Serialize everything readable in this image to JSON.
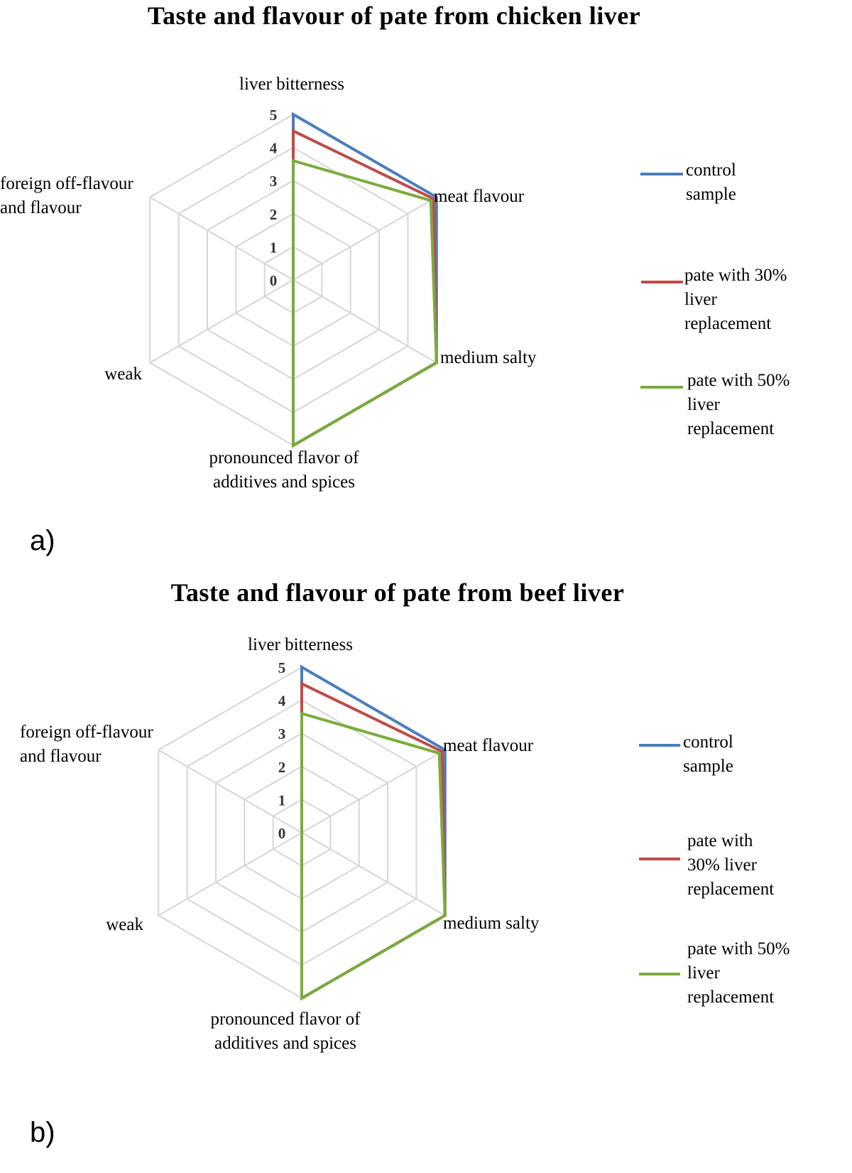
{
  "colors": {
    "control": "#4a7ebb",
    "replace30": "#be4b48",
    "replace50": "#7aab3c"
  },
  "chart_data": [
    {
      "type": "radar",
      "panel_tag": "a)",
      "title": "Taste and flavour of pate from chicken liver",
      "axes": [
        [
          "liver bitterness"
        ],
        [
          "meat flavour"
        ],
        [
          "medium salty"
        ],
        [
          "pronounced flavor of",
          "additives and spices"
        ],
        [
          "weak"
        ],
        [
          "foreign off-flavour",
          "and flavour"
        ]
      ],
      "rlim": [
        0,
        5
      ],
      "ticks": [
        "0",
        "1",
        "2",
        "3",
        "4",
        "5"
      ],
      "grid": true,
      "legend_position": "right",
      "series": [
        {
          "name": [
            "control",
            "sample"
          ],
          "color_key": "control",
          "values": [
            5,
            5,
            5,
            5,
            0,
            0
          ]
        },
        {
          "name": [
            "pate with 30%",
            "liver",
            "replacement"
          ],
          "color_key": "replace30",
          "values": [
            4.5,
            4.9,
            5,
            5,
            0,
            0
          ]
        },
        {
          "name": [
            "pate with 50%",
            "liver",
            "replacement"
          ],
          "color_key": "replace50",
          "values": [
            3.6,
            4.8,
            5,
            5,
            0,
            0
          ]
        }
      ]
    },
    {
      "type": "radar",
      "panel_tag": "b)",
      "title": "Taste and flavour of pate from beef liver",
      "axes": [
        [
          "liver bitterness"
        ],
        [
          "meat flavour"
        ],
        [
          "medium salty"
        ],
        [
          "pronounced flavor of",
          "additives and spices"
        ],
        [
          "weak"
        ],
        [
          "foreign off-flavour",
          "and flavour"
        ]
      ],
      "rlim": [
        0,
        5
      ],
      "ticks": [
        "0",
        "1",
        "2",
        "3",
        "4",
        "5"
      ],
      "grid": true,
      "legend_position": "right",
      "series": [
        {
          "name": [
            "control",
            "sample"
          ],
          "color_key": "control",
          "values": [
            5,
            5,
            5,
            5,
            0,
            0
          ]
        },
        {
          "name": [
            "pate with",
            "30% liver",
            "replacement"
          ],
          "color_key": "replace30",
          "values": [
            4.5,
            4.9,
            5,
            5,
            0,
            0
          ]
        },
        {
          "name": [
            "pate with 50%",
            "liver",
            "replacement"
          ],
          "color_key": "replace50",
          "values": [
            3.6,
            4.8,
            5,
            5,
            0,
            0
          ]
        }
      ]
    }
  ]
}
